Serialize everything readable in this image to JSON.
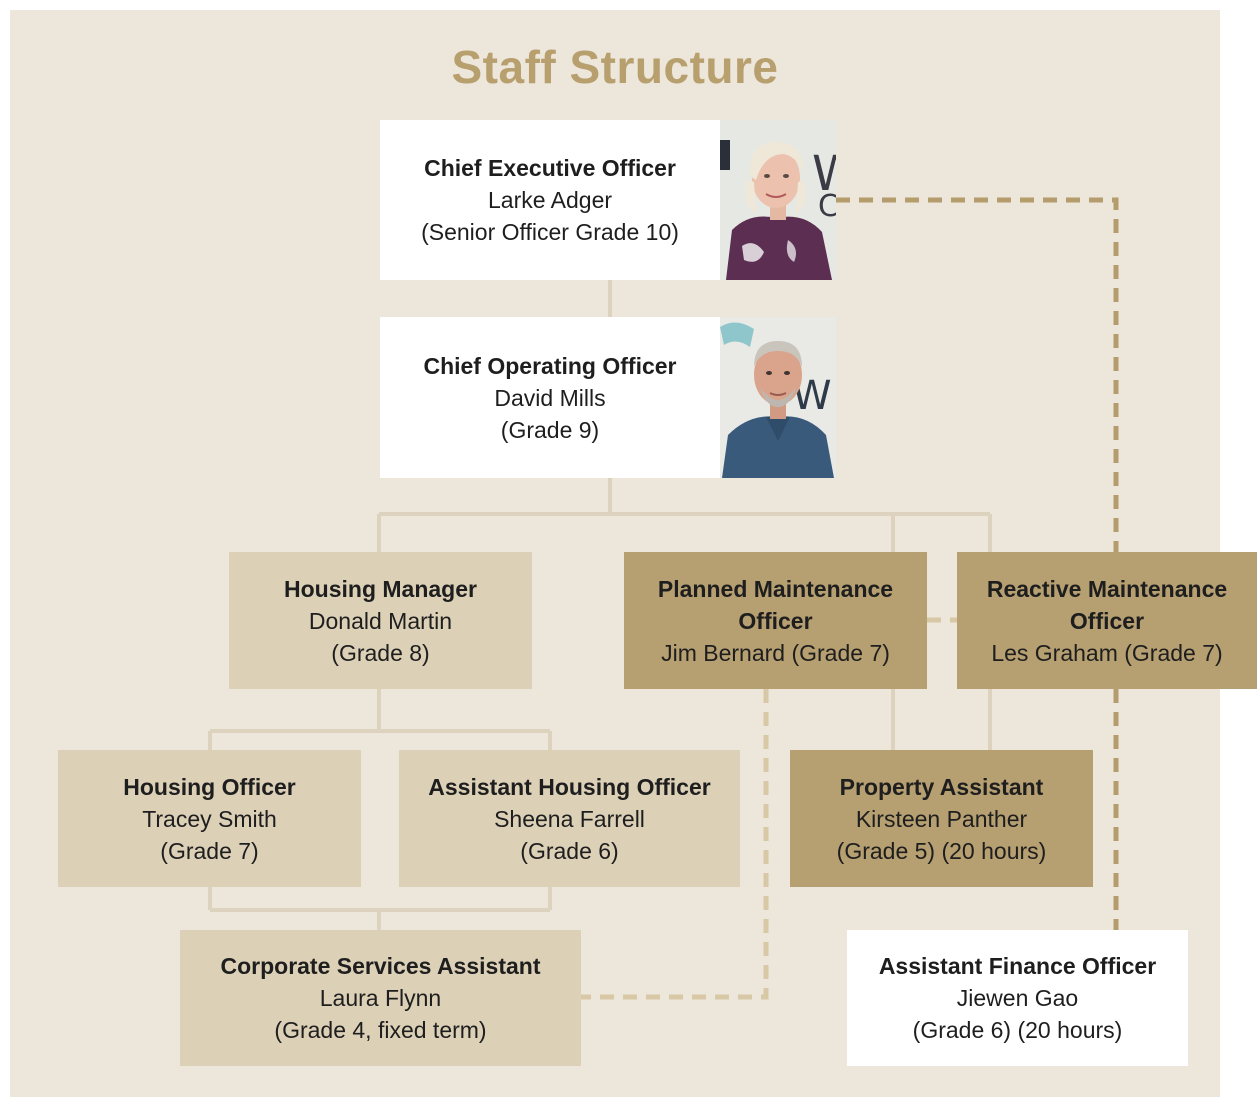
{
  "title": "Staff Structure",
  "colors": {
    "panel_background": "#ede6da",
    "title": "#b79f6e",
    "light_box": "#dcd0b7",
    "dark_box": "#b69f70",
    "white_box": "#ffffff",
    "connector_solid": "#ddd2bd",
    "connector_dashed_dark": "#b49c6c",
    "connector_dashed_light": "#d8c8a6"
  },
  "boxes": {
    "ceo": {
      "role": "Chief Executive Officer",
      "name": "Larke Adger",
      "grade": "(Senior Officer Grade 10)"
    },
    "coo": {
      "role": "Chief Operating Officer",
      "name": "David Mills",
      "grade": "(Grade 9)"
    },
    "housing_manager": {
      "role": "Housing Manager",
      "name": "Donald Martin",
      "grade": "(Grade 8)"
    },
    "planned_maintenance": {
      "role_line1": "Planned Maintenance",
      "role_line2": "Officer",
      "detail": "Jim Bernard (Grade 7)"
    },
    "reactive_maintenance": {
      "role_line1": "Reactive Maintenance",
      "role_line2": "Officer",
      "detail": "Les Graham (Grade 7)"
    },
    "housing_officer": {
      "role": "Housing Officer",
      "name": "Tracey Smith",
      "grade": "(Grade 7)"
    },
    "assistant_housing_officer": {
      "role": "Assistant Housing Officer",
      "name": "Sheena Farrell",
      "grade": "(Grade 6)"
    },
    "property_assistant": {
      "role": "Property Assistant",
      "name": "Kirsteen Panther",
      "grade": "(Grade 5) (20 hours)"
    },
    "corporate_services_assistant": {
      "role": "Corporate Services Assistant",
      "name": "Laura Flynn",
      "grade": "(Grade 4, fixed term)"
    },
    "assistant_finance_officer": {
      "role": "Assistant Finance Officer",
      "name": "Jiewen Gao",
      "grade": "(Grade 6) (20 hours)"
    }
  }
}
